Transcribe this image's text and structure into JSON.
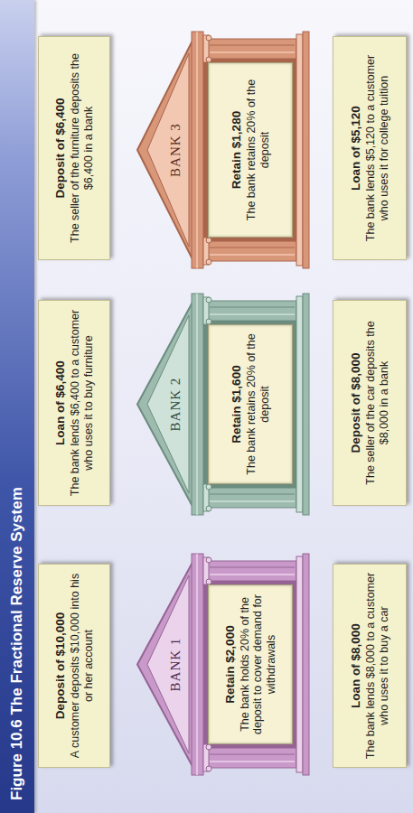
{
  "diagram": {
    "title": "Figure 10.6 The Fractional Reserve System",
    "nodes": [
      {
        "text": [
          "Deposit of $10,000",
          "A customer deposits $10,000 into his or her account"
        ]
      },
      {
        "text": [
          "BANK 1"
        ]
      },
      {
        "text": [
          "Retain $2,000",
          "The bank holds 20% of the deposit to cover demand for withdrawals"
        ],
        "in": 1
      },
      {
        "text": [
          "Loan of $8,000",
          "The bank lends $8,000 to a customer who uses it to buy a car"
        ]
      },
      {
        "text": [
          "Deposit of $8,000",
          "The seller of the car deposits the $8,000 in a bank"
        ]
      },
      {
        "text": [
          "BANK 2"
        ]
      },
      {
        "text": [
          "Retain $1,600",
          "The bank retains 20% of the deposit"
        ],
        "in": 5
      },
      {
        "text": [
          "Loan of $6,400",
          "The bank lends $6,400 to a customer who uses it to buy furniture"
        ]
      },
      {
        "text": [
          "Deposit of $6,400",
          "The seller of the furniture deposits the $6,400 in a bank"
        ]
      },
      {
        "text": [
          "BANK 3"
        ]
      },
      {
        "text": [
          "Retain $1,280",
          "The bank retains 20% of the deposit"
        ],
        "in": 9
      },
      {
        "text": [
          "Loan of $5,120",
          "The bank lends $5,120 to a customer who uses it for college tuition"
        ]
      }
    ],
    "edges": [
      {
        "from": 0,
        "to": 1,
        "arrow": "to"
      },
      {
        "from": 1,
        "to": 3,
        "arrow": "to"
      },
      {
        "from": 3,
        "to": 4,
        "arrow": "to"
      },
      {
        "from": 4,
        "to": 5,
        "arrow": "to"
      },
      {
        "from": 5,
        "to": 7,
        "arrow": "to"
      },
      {
        "from": 7,
        "to": 8,
        "arrow": "to"
      },
      {
        "from": 8,
        "to": 9,
        "arrow": "to"
      },
      {
        "from": 9,
        "to": 11,
        "arrow": "to"
      }
    ]
  }
}
